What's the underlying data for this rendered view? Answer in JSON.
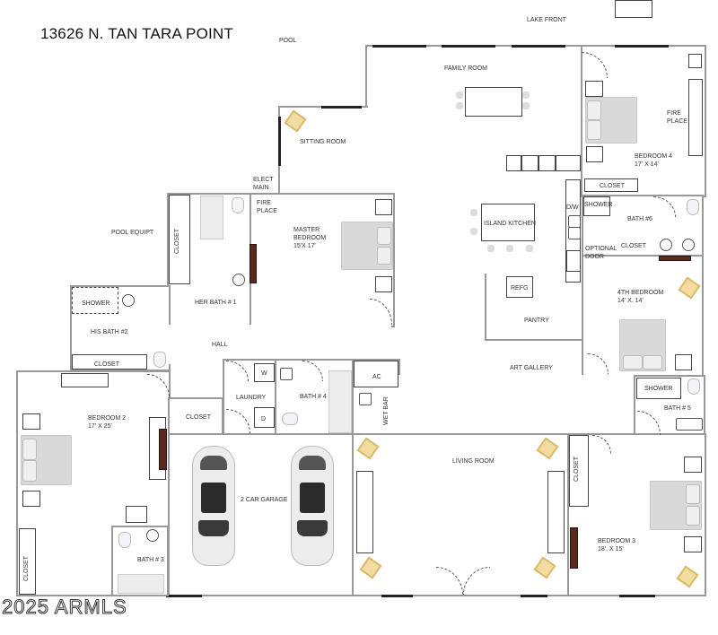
{
  "title": "13626 N. TAN TARA POINT",
  "watermark": "2025 ARMLS",
  "exterior": {
    "pool": "POOL",
    "lake_front": "LAKE FRONT",
    "pool_equipment": "POOL EQUIPT"
  },
  "rooms": {
    "family_room": {
      "name": "FAMILY ROOM"
    },
    "sitting_room": {
      "name": "SITTING ROOM"
    },
    "elect_main": {
      "line1": "ELECT",
      "line2": "MAIN"
    },
    "fire_place_master": {
      "line1": "FIRE",
      "line2": "PLACE"
    },
    "master_bedroom": {
      "line1": "MASTER",
      "line2": "BEDROOM",
      "dims": "15'X 17'"
    },
    "her_bath": {
      "name": "HER BATH # 1"
    },
    "her_closet": {
      "name": "CLOSET"
    },
    "his_bath": {
      "name": "HIS BATH #2"
    },
    "his_shower": {
      "name": "SHOWER"
    },
    "his_closet": {
      "name": "CLOSET"
    },
    "hall": {
      "name": "HALL"
    },
    "bedroom4": {
      "name": "BEDROOM 4",
      "dims": "17'  X  14'"
    },
    "bedroom4_fireplace": {
      "line1": "FIRE",
      "line2": "PLACE"
    },
    "bedroom4_closet": {
      "name": "CLOSET"
    },
    "island_kitchen": {
      "name": "ISLAND KITCHEN"
    },
    "dw": {
      "name": "D/W"
    },
    "refg": {
      "name": "REFG"
    },
    "pantry": {
      "name": "PANTRY"
    },
    "bath6": {
      "name": "BATH #6"
    },
    "bath6_shower": {
      "name": "SHOWER"
    },
    "optional_door": {
      "line1": "OPTIONAL",
      "line2": "DOOR"
    },
    "bath6_closet": {
      "name": "CLOSET"
    },
    "fourth_bedroom": {
      "name": "4TH BEDROOM",
      "dims": "14'  X. 14'"
    },
    "art_gallery": {
      "name": "ART GALLERY"
    },
    "bedroom2": {
      "name": "BEDROOM 2",
      "dims": "17'  X   25'"
    },
    "bedroom2_closet_side": {
      "name": "CLOSET"
    },
    "hall_closet": {
      "name": "CLOSET"
    },
    "laundry": {
      "name": "LAUNDRY",
      "washer": "W",
      "dryer": "D"
    },
    "bath4": {
      "name": "BATH # 4"
    },
    "ac": {
      "name": "AC"
    },
    "wet_bar": {
      "name": "WET BAR"
    },
    "bath3": {
      "name": "BATH # 3"
    },
    "garage": {
      "name": "2 CAR GARAGE"
    },
    "living_room": {
      "name": "LIVING ROOM"
    },
    "bath5": {
      "name": "BATH # 5"
    },
    "bath5_shower": {
      "name": "SHOWER"
    },
    "bedroom3": {
      "name": "BEDROOM 3",
      "dims": "18'. X 15'"
    },
    "bedroom3_closet": {
      "name": "CLOSET"
    }
  }
}
